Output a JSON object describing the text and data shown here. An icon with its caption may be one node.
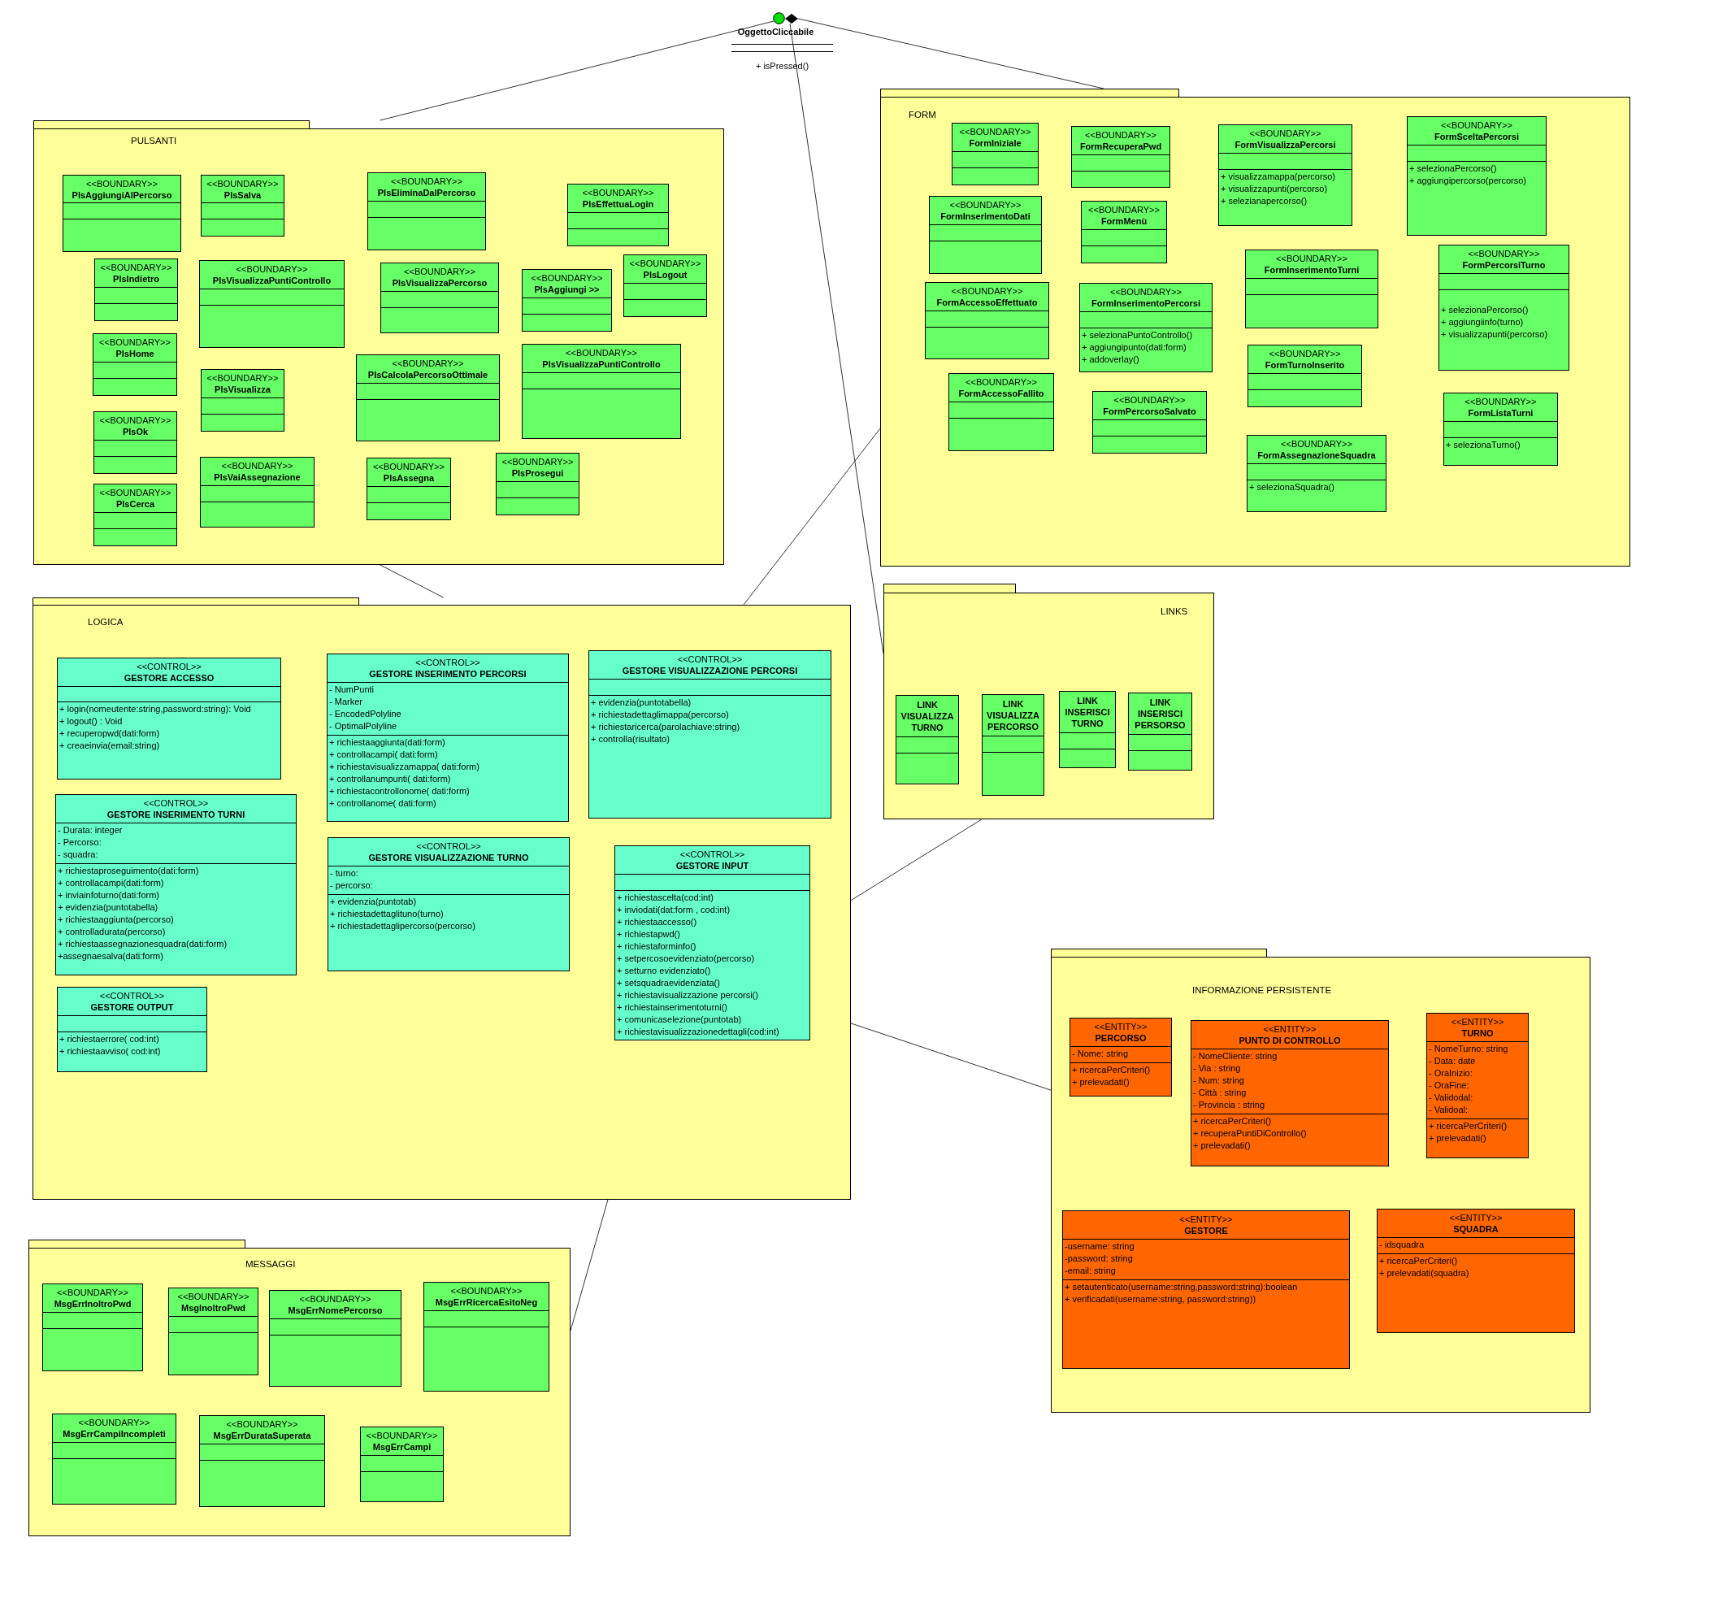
{
  "diagram": {
    "nodes": [
      {
        "text": [
          "OggettoCliccabile",
          "+ isPressed()"
        ]
      },
      {
        "text": [
          "PULSANTI"
        ]
      },
      {
        "text": [
          "<<BOUNDARY>>",
          "PlsAggiungiAlPercorso"
        ],
        "in": 1
      },
      {
        "text": [
          "<<BOUNDARY>>",
          "PlsSalva"
        ],
        "in": 1
      },
      {
        "text": [
          "<<BOUNDARY>>",
          "PlsEliminaDalPercorso"
        ],
        "in": 1
      },
      {
        "text": [
          "<<BOUNDARY>>",
          "PlsEffettuaLogin"
        ],
        "in": 1
      },
      {
        "text": [
          "<<BOUNDARY>>",
          "PlsIndietro"
        ],
        "in": 1
      },
      {
        "text": [
          "<<BOUNDARY>>",
          "PlsVisualizzaPuntiControllo"
        ],
        "in": 1
      },
      {
        "text": [
          "<<BOUNDARY>>",
          "PlsVisualizzaPercorso"
        ],
        "in": 1
      },
      {
        "text": [
          "<<BOUNDARY>>",
          "PlsAggiungi >>"
        ],
        "in": 1
      },
      {
        "text": [
          "<<BOUNDARY>>",
          "PlsLogout"
        ],
        "in": 1
      },
      {
        "text": [
          "<<BOUNDARY>>",
          "PlsHome"
        ],
        "in": 1
      },
      {
        "text": [
          "<<BOUNDARY>>",
          "PlsVisualizza"
        ],
        "in": 1
      },
      {
        "text": [
          "<<BOUNDARY>>",
          "PlsCalcolaPercorsoOttimale"
        ],
        "in": 1
      },
      {
        "text": [
          "<<BOUNDARY>>",
          "PlsVisualizzaPuntiControllo"
        ],
        "in": 1
      },
      {
        "text": [
          "<<BOUNDARY>>",
          "PlsOk"
        ],
        "in": 1
      },
      {
        "text": [
          "<<BOUNDARY>>",
          "PlsVaiAssegnazione"
        ],
        "in": 1
      },
      {
        "text": [
          "<<BOUNDARY>>",
          "PlsAssegna"
        ],
        "in": 1
      },
      {
        "text": [
          "<<BOUNDARY>>",
          "PlsProsegui"
        ],
        "in": 1
      },
      {
        "text": [
          "<<BOUNDARY>>",
          "PlsCerca"
        ],
        "in": 1
      },
      {
        "text": [
          "FORM"
        ]
      },
      {
        "text": [
          "<<BOUNDARY>>",
          "FormIniziale"
        ],
        "in": 20
      },
      {
        "text": [
          "<<BOUNDARY>>",
          "FormRecuperaPwd"
        ],
        "in": 20
      },
      {
        "text": [
          "<<BOUNDARY>>",
          "FormVisualizzaPercorsi",
          "+ visualizzamappa(percorso)",
          "+ visualizzapunti(percorso)",
          "+ selezianapercorso()"
        ],
        "in": 20
      },
      {
        "text": [
          "<<BOUNDARY>>",
          "FormSceltaPercorsi",
          "+ selezionaPercorso()",
          "+ aggiungipercorso(percorso)"
        ],
        "in": 20
      },
      {
        "text": [
          "<<BOUNDARY>>",
          "FormInserimentoDati"
        ],
        "in": 20
      },
      {
        "text": [
          "<<BOUNDARY>>",
          "FormMenù"
        ],
        "in": 20
      },
      {
        "text": [
          "<<BOUNDARY>>",
          "FormInserimentoTurni"
        ],
        "in": 20
      },
      {
        "text": [
          "<<BOUNDARY>>",
          "FormPercorsiTurno",
          "+ selezionaPercorso()",
          "+ aggiungiinfo(turno)",
          "+ visualizzapunti(percorso)"
        ],
        "in": 20
      },
      {
        "text": [
          "<<BOUNDARY>>",
          "FormAccessoEffettuato"
        ],
        "in": 20
      },
      {
        "text": [
          "<<BOUNDARY>>",
          "FormInserimentoPercorsi",
          "+ selezionaPuntoControllo()",
          "+ aggiungipunto(dati:form)",
          "+ addoverlay()"
        ],
        "in": 20
      },
      {
        "text": [
          "<<BOUNDARY>>",
          "FormTurnoInserito"
        ],
        "in": 20
      },
      {
        "text": [
          "<<BOUNDARY>>",
          "FormAccessoFallito"
        ],
        "in": 20
      },
      {
        "text": [
          "<<BOUNDARY>>",
          "FormPercorsoSalvato"
        ],
        "in": 20
      },
      {
        "text": [
          "<<BOUNDARY>>",
          "FormAssegnazioneSquadra",
          "+ selezionaSquadra()"
        ],
        "in": 20
      },
      {
        "text": [
          "<<BOUNDARY>>",
          "FormListaTurni",
          "+ selezionaTurno()"
        ],
        "in": 20
      },
      {
        "text": [
          "LINKS"
        ]
      },
      {
        "text": [
          "LINK VISUALIZZA TURNO"
        ],
        "in": 36
      },
      {
        "text": [
          "LINK VISUALIZZA PERCORSO"
        ],
        "in": 36
      },
      {
        "text": [
          "LINK INSERISCI TURNO"
        ],
        "in": 36
      },
      {
        "text": [
          "LINK INSERISCI PERSORSO"
        ],
        "in": 36
      },
      {
        "text": [
          "LOGICA"
        ]
      },
      {
        "text": [
          "<<CONTROL>>",
          "GESTORE ACCESSO",
          "+ login(nomeutente:string,password:string): Void",
          "+ logout() : Void",
          "+ recuperopwd(dati:form)",
          "+ creaeinvia(email:string)"
        ],
        "in": 41
      },
      {
        "text": [
          "<<CONTROL>>",
          "GESTORE INSERIMENTO PERCORSI",
          "- NumPunti",
          "- Marker",
          "- EncodedPolyline",
          "- OptimalPolyline",
          "+ richiestaaggiunta(dati:form)",
          "+ controllacampi( dati:form)",
          "+ richiestavisualizzamappa( dati:form)",
          "+ controllanumpunti( dati:form)",
          "+ richiestacontrollonome( dati:form)",
          "+ controllanome( dati:form)"
        ],
        "in": 41
      },
      {
        "text": [
          "<<CONTROL>>",
          "GESTORE VISUALIZZAZIONE PERCORSI",
          "+ evidenzia(puntotabella)",
          "+ richiestadettaglimappa(percorso)",
          "+ richiestaricerca(parolachiave:string)",
          "+ controlla(risultato)"
        ],
        "in": 41
      },
      {
        "text": [
          "<<CONTROL>>",
          "GESTORE INSERIMENTO TURNI",
          "- Durata: integer",
          "- Percorso:",
          "- squadra:",
          "+ richiestaproseguimento(dati:form)",
          "+ controllacampi(dati:form)",
          "+ inviainfoturno(dati:form)",
          "+ evidenzia(puntotabella)",
          "+ richiestaaggiunta(percorso)",
          "+ controlladurata(percorso)",
          "+ richiestaassegnazionesquadra(dati:form)",
          "+assegnaesalva(dati:form)"
        ],
        "in": 41
      },
      {
        "text": [
          "<<CONTROL>>",
          "GESTORE VISUALIZZAZIONE TURNO",
          "- turno:",
          "- percorso:",
          "+ evidenzia(puntotab)",
          "+ richiestadettaglituno(turno)",
          "+ richiestadettaglipercorso(percorso)"
        ],
        "in": 41
      },
      {
        "text": [
          "<<CONTROL>>",
          "GESTORE INPUT",
          "+ richiestascelta(cod:int)",
          "+ inviodati(dat:form , cod:int)",
          "+ richiestaaccesso()",
          "+ richiestapwd()",
          "+ richiestaforminfo()",
          "+ setpercosoevidenziato(percorso)",
          "+ setturno evidenziato()",
          "+ setsquadraevidenziata()",
          "+ richiestavisualizzazione percorsi()",
          "+ richiestainserimentoturni()",
          "+ comunicaselezione(puntotab)",
          "+ richiestavisualizzazionedettagli(cod:int)"
        ],
        "in": 41
      },
      {
        "text": [
          "<<CONTROL>>",
          "GESTORE OUTPUT",
          "+ richiestaerrore( cod:int)",
          "+ richiestaavviso( cod:int)"
        ],
        "in": 41
      },
      {
        "text": [
          "INFORMAZIONE PERSISTENTE"
        ]
      },
      {
        "text": [
          "<<ENTITY>>",
          "PERCORSO",
          "- Nome: string",
          "+ ricercaPerCriteri()",
          "+ prelevadati()"
        ],
        "in": 49
      },
      {
        "text": [
          "<<ENTITY>>",
          "PUNTO DI CONTROLLO",
          "- NomeCliente: string",
          "- Via : string",
          "- Num: string",
          "- Città : string",
          "- Provincia : string",
          "+ ricercaPerCriteri()",
          "+ recuperaPuntiDiControllo()",
          "+ prelevadati()"
        ],
        "in": 49
      },
      {
        "text": [
          "<<ENTITY>>",
          "TURNO",
          "- NomeTurno: string",
          "- Data: date",
          "- OraInizio:",
          "- OraFine:",
          "- Validodal:",
          "- Validoal:",
          "+ ricercaPerCriteri()",
          "+ prelevadati()"
        ],
        "in": 49
      },
      {
        "text": [
          "<<ENTITY>>",
          "GESTORE",
          "-username: string",
          "-password: string",
          "-email: string",
          "+ setautenticato(username:string,password:string):boolean",
          "+ verificadati(username:string, password:string))"
        ],
        "in": 49
      },
      {
        "text": [
          "<<ENTITY>>",
          "SQUADRA",
          "- idsquadra",
          "+ ricercaPerCriteri()",
          "+ prelevadati(squadra)"
        ],
        "in": 49
      },
      {
        "text": [
          "MESSAGGI"
        ]
      },
      {
        "text": [
          "<<BOUNDARY>>",
          "MsgErrInoltroPwd"
        ],
        "in": 55
      },
      {
        "text": [
          "<<BOUNDARY>>",
          "MsgInoltroPwd"
        ],
        "in": 55
      },
      {
        "text": [
          "<<BOUNDARY>>",
          "MsgErrNomePercorso"
        ],
        "in": 55
      },
      {
        "text": [
          "<<BOUNDARY>>",
          "MsgErrRicercaEsitoNeg"
        ],
        "in": 55
      },
      {
        "text": [
          "<<BOUNDARY>>",
          "MsgErrCampiIncompleti"
        ],
        "in": 55
      },
      {
        "text": [
          "<<BOUNDARY>>",
          "MsgErrDurataSuperata"
        ],
        "in": 55
      },
      {
        "text": [
          "<<BOUNDARY>>",
          "MsgErrCampi"
        ],
        "in": 55
      }
    ],
    "edges": [
      {
        "from": 0,
        "to": 1,
        "arrow": "none"
      },
      {
        "from": 0,
        "to": 20,
        "arrow": "other"
      },
      {
        "from": 0,
        "to": 36,
        "arrow": "none"
      },
      {
        "from": 1,
        "to": 41,
        "arrow": "none"
      },
      {
        "from": 41,
        "to": 20,
        "arrow": "none"
      },
      {
        "from": 41,
        "to": 36,
        "arrow": "none"
      },
      {
        "from": 41,
        "to": 49,
        "arrow": "none"
      },
      {
        "from": 41,
        "to": 55,
        "arrow": "none"
      }
    ]
  }
}
